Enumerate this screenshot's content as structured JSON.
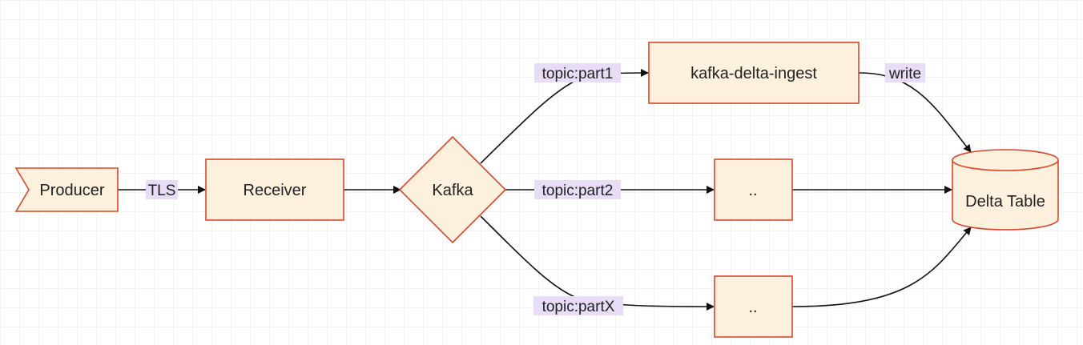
{
  "colors": {
    "node_fill": "#fdf0dc",
    "node_stroke": "#d9472b",
    "edge_stroke": "#111111",
    "edge_label_bg": "#e8dcf6",
    "text": "#222222"
  },
  "nodes": {
    "producer": "Producer",
    "receiver": "Receiver",
    "kafka": "Kafka",
    "ingest": "kafka-delta-ingest",
    "worker2": "..",
    "worker3": "..",
    "delta_table": "Delta Table"
  },
  "edges": {
    "tls": "TLS",
    "part1": "topic:part1",
    "part2": "topic:part2",
    "partx": "topic:partX",
    "write": "write"
  }
}
